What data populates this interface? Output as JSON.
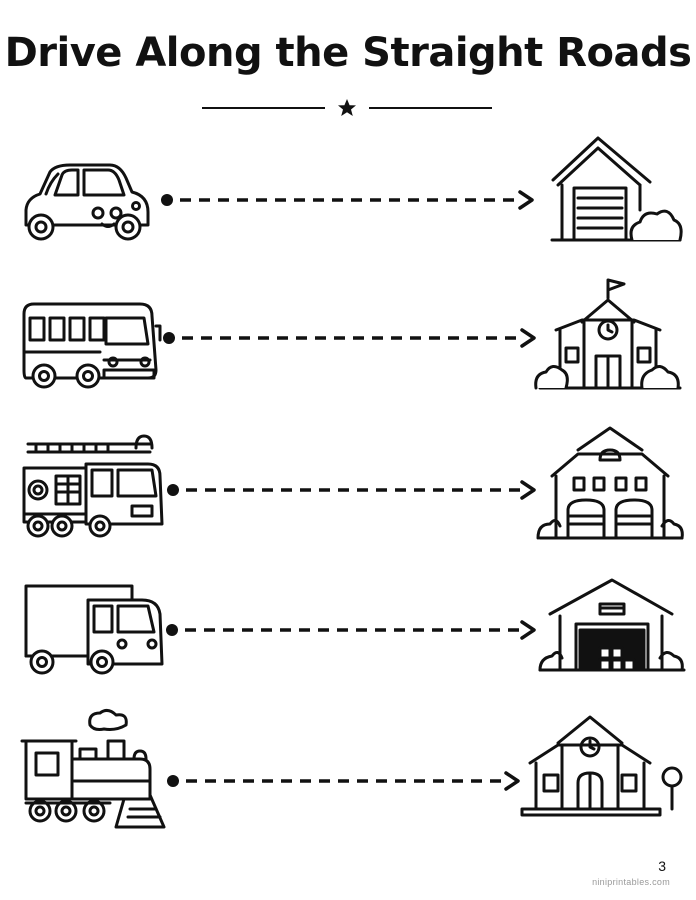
{
  "worksheet": {
    "title": "Drive Along the Straight Roads",
    "page_number": "3",
    "site": "niniprintables.com",
    "rows": [
      {
        "vehicle": "car-icon",
        "destination": "garage-icon"
      },
      {
        "vehicle": "school-bus-icon",
        "destination": "school-icon"
      },
      {
        "vehicle": "fire-truck-icon",
        "destination": "fire-station-icon"
      },
      {
        "vehicle": "delivery-truck-icon",
        "destination": "warehouse-icon"
      },
      {
        "vehicle": "train-icon",
        "destination": "train-station-icon"
      }
    ]
  },
  "colors": {
    "ink": "#111111",
    "paper": "#ffffff"
  }
}
